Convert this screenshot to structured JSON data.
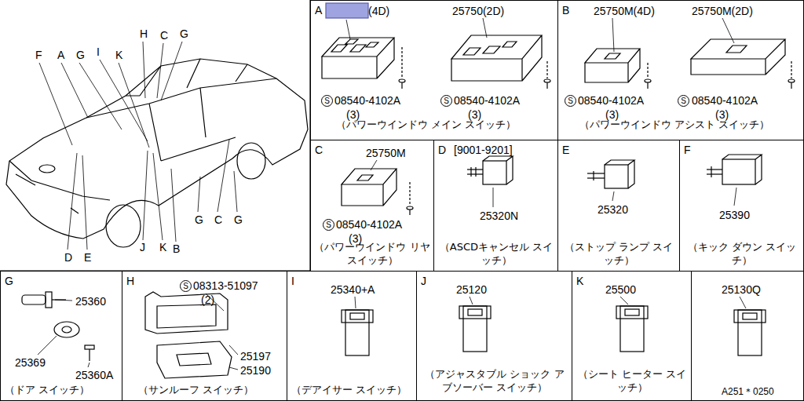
{
  "diagram": {
    "nodes": [
      {
        "text": [
          "A",
          "(4D)",
          "S",
          "08540-4102A",
          "(3)",
          "25750(2D)",
          "S",
          "08540-4102A",
          "(3)",
          "（パワーウインドウ メイン スイッチ）"
        ]
      },
      {
        "text": [
          "B",
          "25750M(4D)",
          "S",
          "08540-4102A",
          "(3)",
          "25750M(2D)",
          "S",
          "08540-4102A",
          "(3)",
          "（パワーウインドウ アシスト スイッチ）"
        ]
      },
      {
        "text": [
          "C",
          "25750M",
          "S",
          "08540-4102A",
          "(3)",
          "（パワーウインドウ リヤ スイッチ）"
        ]
      },
      {
        "text": [
          "D",
          "[9001-9201]",
          "25320N",
          "（ASCDキャンセル スイッチ）"
        ]
      },
      {
        "text": [
          "E",
          "25320",
          "（ストップ ランプ スイッチ）"
        ]
      },
      {
        "text": [
          "F",
          "25390",
          "（キック ダウン スイッチ）"
        ]
      },
      {
        "text": [
          "G",
          "25360",
          "25369",
          "25360A",
          "（ドア スイッチ）"
        ]
      },
      {
        "text": [
          "H",
          "S",
          "08313-51097",
          "(2)",
          "25197",
          "25190",
          "（サンルーフ スイッチ）"
        ]
      },
      {
        "text": [
          "I",
          "25340+A",
          "（デアイサー スイッチ）"
        ]
      },
      {
        "text": [
          "J",
          "25120",
          "（アジャスタブル ショック アブソーバー スイッチ）"
        ]
      },
      {
        "text": [
          "K",
          "25500",
          "（シート ヒーター スイッチ）"
        ]
      },
      {
        "text": [
          "25130Q",
          "A251＊0250"
        ]
      }
    ],
    "labels": [
      "F",
      "A",
      "G",
      "I",
      "K",
      "H",
      "C",
      "G",
      "D",
      "E",
      "J",
      "K",
      "B",
      "G",
      "C",
      "G"
    ]
  }
}
